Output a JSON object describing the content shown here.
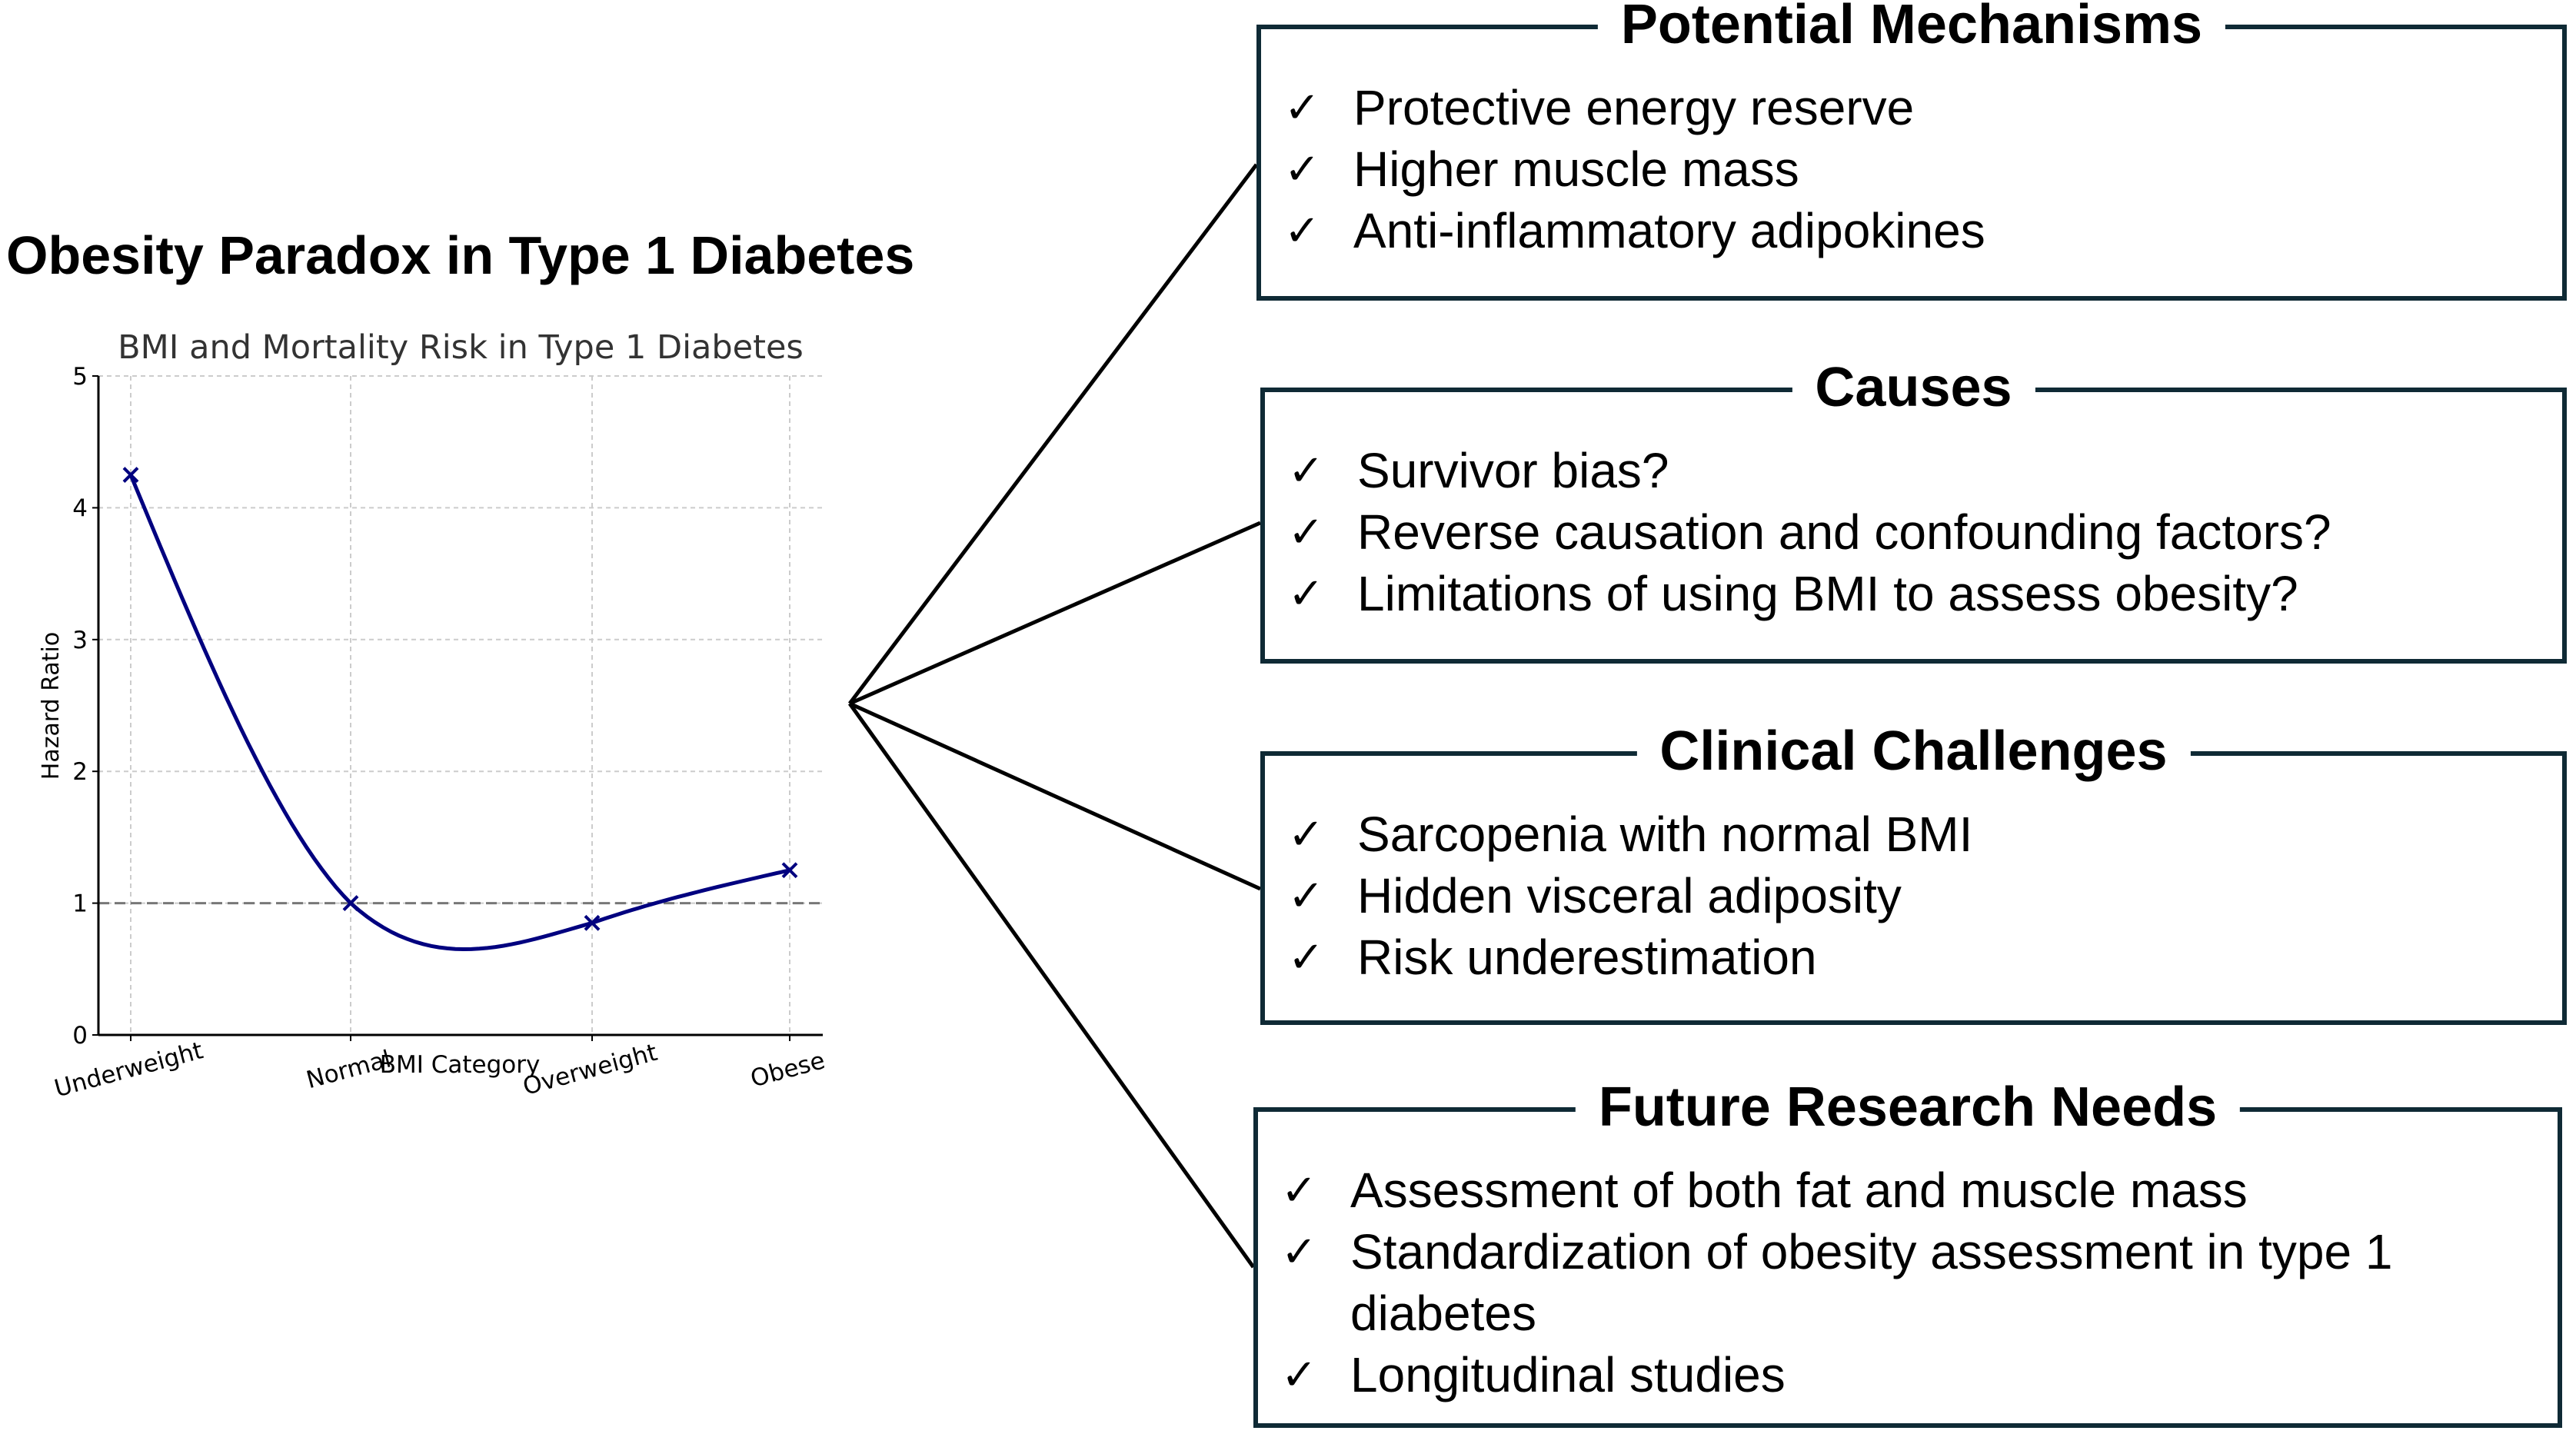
{
  "title": "Obesity Paradox in Type 1 Diabetes",
  "chart_data": {
    "type": "line",
    "title": "BMI and Mortality Risk in Type 1 Diabetes",
    "xlabel": "BMI Category",
    "ylabel": "Hazard Ratio",
    "categories": [
      "Underweight",
      "Normal",
      "Overweight",
      "Obese"
    ],
    "values": [
      4.25,
      1.0,
      0.85,
      1.25
    ],
    "ylim": [
      0,
      5
    ],
    "yticks": [
      "0",
      "1",
      "2",
      "3",
      "4",
      "5"
    ],
    "reference_line": 1,
    "grid": true,
    "marker": "x",
    "line_color": "#00007f"
  },
  "boxes": [
    {
      "title": "Potential Mechanisms",
      "items": [
        "Protective energy reserve",
        "Higher muscle mass",
        "Anti-inflammatory adipokines"
      ]
    },
    {
      "title": "Causes",
      "items": [
        "Survivor bias?",
        "Reverse causation and confounding factors?",
        "Limitations of using BMI to assess obesity?"
      ]
    },
    {
      "title": "Clinical Challenges",
      "items": [
        "Sarcopenia with normal BMI",
        "Hidden visceral adiposity",
        "Risk underestimation"
      ]
    },
    {
      "title": "Future Research Needs",
      "items": [
        "Assessment of both fat and muscle mass",
        "Standardization of obesity assessment in type 1 diabetes",
        "Longitudinal studies"
      ]
    }
  ],
  "check_symbol": "✓",
  "border_color": "#0f2a35"
}
